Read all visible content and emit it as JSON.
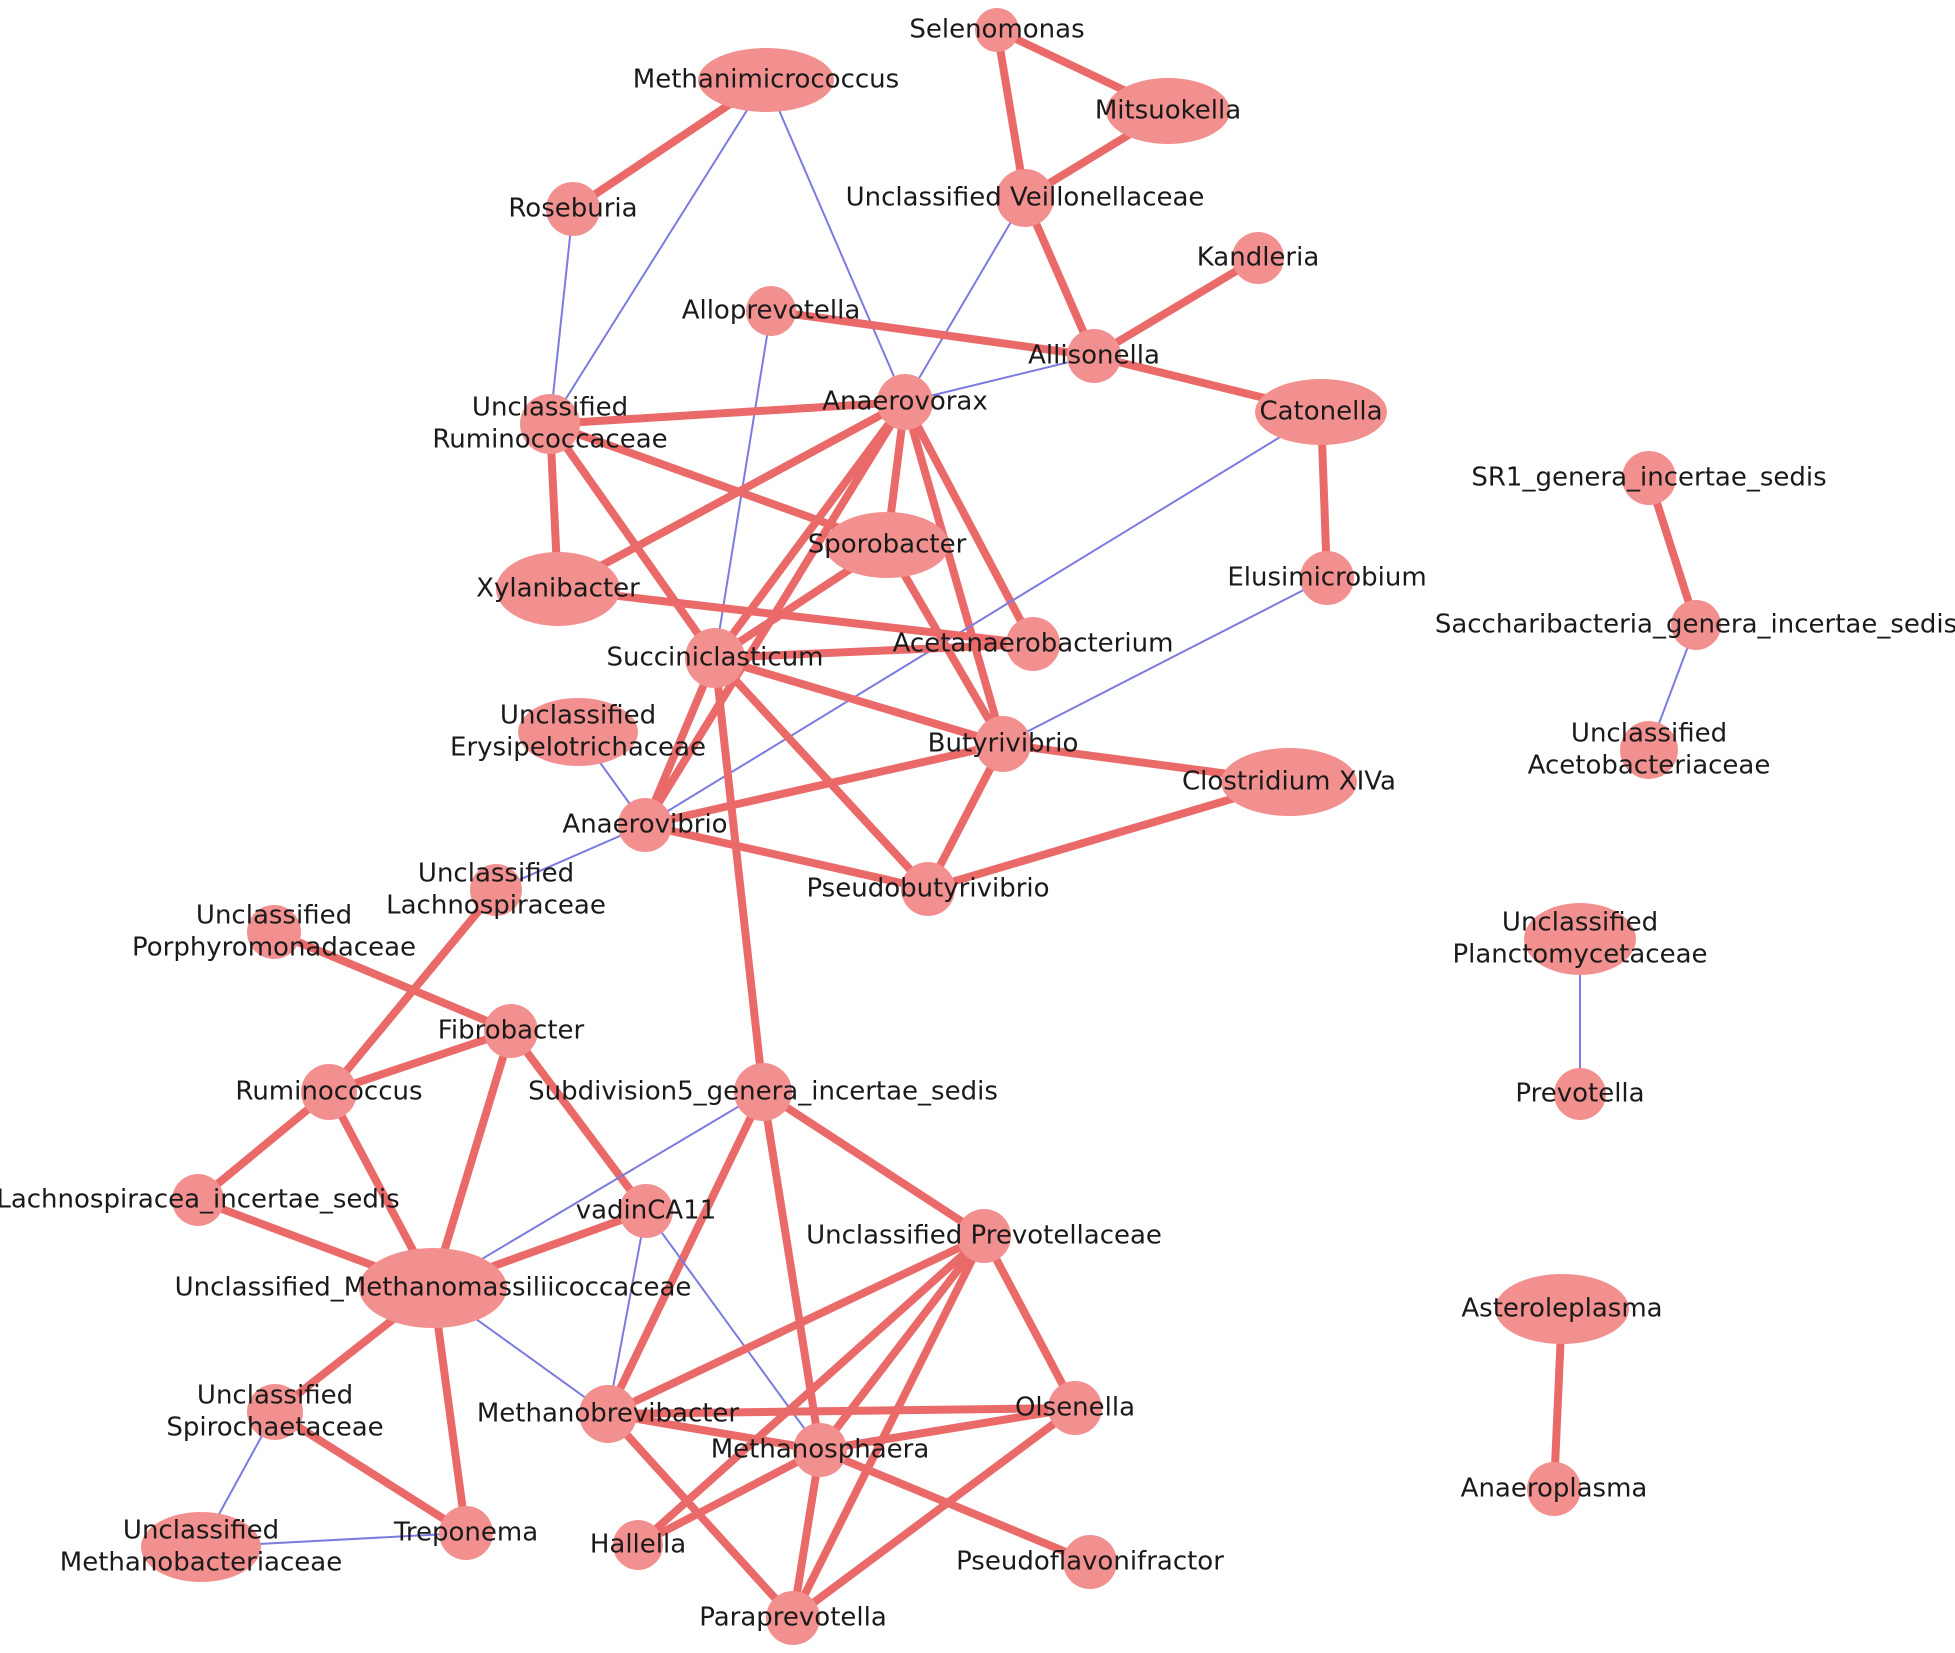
{
  "network": {
    "colors": {
      "positive_edge": "#ea6a6a",
      "negative_edge": "#7b7be0",
      "node": "#f29090",
      "text": "#1a1a1a"
    },
    "nodes": [
      {
        "id": "methanimicrococcus",
        "label": [
          "Methanimicrococcus"
        ],
        "shape": "ellipse"
      },
      {
        "id": "selenomonas",
        "label": [
          "Selenomonas"
        ],
        "shape": "circle"
      },
      {
        "id": "mitsuokella",
        "label": [
          "Mitsuokella"
        ],
        "shape": "ellipse"
      },
      {
        "id": "roseburia",
        "label": [
          "Roseburia"
        ],
        "shape": "circle"
      },
      {
        "id": "unc-veillonellaceae",
        "label": [
          "Unclassified Veillonellaceae"
        ],
        "shape": "circle"
      },
      {
        "id": "kandleria",
        "label": [
          "Kandleria"
        ],
        "shape": "circle"
      },
      {
        "id": "alloprevotella",
        "label": [
          "Alloprevotella"
        ],
        "shape": "circle"
      },
      {
        "id": "allisonella",
        "label": [
          "Allisonella"
        ],
        "shape": "circle"
      },
      {
        "id": "unc-ruminococcaceae",
        "label": [
          "Unclassified",
          "Ruminococcaceae"
        ],
        "shape": "circle"
      },
      {
        "id": "anaerovorax",
        "label": [
          "Anaerovorax"
        ],
        "shape": "circle"
      },
      {
        "id": "catonella",
        "label": [
          "Catonella"
        ],
        "shape": "ellipse"
      },
      {
        "id": "sr1",
        "label": [
          "SR1_genera_incertae_sedis"
        ],
        "shape": "circle"
      },
      {
        "id": "sporobacter",
        "label": [
          "Sporobacter"
        ],
        "shape": "ellipse"
      },
      {
        "id": "xylanibacter",
        "label": [
          "Xylanibacter"
        ],
        "shape": "ellipse"
      },
      {
        "id": "elusimicrobium",
        "label": [
          "Elusimicrobium"
        ],
        "shape": "circle"
      },
      {
        "id": "saccharibacteria",
        "label": [
          "Saccharibacteria_genera_incertae_sedis"
        ],
        "shape": "circle"
      },
      {
        "id": "succiniclasticum",
        "label": [
          "Succiniclasticum"
        ],
        "shape": "circle"
      },
      {
        "id": "acetanaerobacterium",
        "label": [
          "Acetanaerobacterium"
        ],
        "shape": "circle"
      },
      {
        "id": "unc-erysipelotrichaceae",
        "label": [
          "Unclassified",
          "Erysipelotrichaceae"
        ],
        "shape": "ellipse"
      },
      {
        "id": "butyrivibrio",
        "label": [
          "Butyrivibrio"
        ],
        "shape": "circle"
      },
      {
        "id": "unc-acetobacteriaceae",
        "label": [
          "Unclassified",
          "Acetobacteriaceae"
        ],
        "shape": "circle"
      },
      {
        "id": "clostridium-xiva",
        "label": [
          "Clostridium XIVa"
        ],
        "shape": "ellipse"
      },
      {
        "id": "anaerovibrio",
        "label": [
          "Anaerovibrio"
        ],
        "shape": "circle"
      },
      {
        "id": "unc-lachnospiraceae",
        "label": [
          "Unclassified",
          "Lachnospiraceae"
        ],
        "shape": "circle"
      },
      {
        "id": "pseudobutyrivibrio",
        "label": [
          "Pseudobutyrivibrio"
        ],
        "shape": "circle"
      },
      {
        "id": "unc-porphyromonadaceae",
        "label": [
          "Unclassified",
          "Porphyromonadaceae"
        ],
        "shape": "circle"
      },
      {
        "id": "unc-planctomycetaceae",
        "label": [
          "Unclassified",
          "Planctomycetaceae"
        ],
        "shape": "ellipse"
      },
      {
        "id": "fibrobacter",
        "label": [
          "Fibrobacter"
        ],
        "shape": "circle"
      },
      {
        "id": "ruminococcus",
        "label": [
          "Ruminococcus"
        ],
        "shape": "circle"
      },
      {
        "id": "subdivision5",
        "label": [
          "Subdivision5_genera_incertae_sedis"
        ],
        "shape": "circle"
      },
      {
        "id": "prevotella",
        "label": [
          "Prevotella"
        ],
        "shape": "circle"
      },
      {
        "id": "lachnospiracea-is",
        "label": [
          "Lachnospiracea_incertae_sedis"
        ],
        "shape": "circle"
      },
      {
        "id": "vadinca11",
        "label": [
          "vadinCA11"
        ],
        "shape": "circle"
      },
      {
        "id": "unc-prevotellaceae",
        "label": [
          "Unclassified Prevotellaceae"
        ],
        "shape": "circle"
      },
      {
        "id": "unc-methanomassiliicoccaceae",
        "label": [
          "Unclassified_Methanomassiliicoccaceae"
        ],
        "shape": "ellipse"
      },
      {
        "id": "asteroleplasma",
        "label": [
          "Asteroleplasma"
        ],
        "shape": "ellipse"
      },
      {
        "id": "unc-spirochaetaceae",
        "label": [
          "Unclassified",
          "Spirochaetaceae"
        ],
        "shape": "circle"
      },
      {
        "id": "methanobrevibacter",
        "label": [
          "Methanobrevibacter"
        ],
        "shape": "circle"
      },
      {
        "id": "olsenella",
        "label": [
          "Olsenella"
        ],
        "shape": "circle"
      },
      {
        "id": "methanosphaera",
        "label": [
          "Methanosphaera"
        ],
        "shape": "circle"
      },
      {
        "id": "anaeroplasma",
        "label": [
          "Anaeroplasma"
        ],
        "shape": "circle"
      },
      {
        "id": "unc-methanobacteriaceae",
        "label": [
          "Unclassified",
          "Methanobacteriaceae"
        ],
        "shape": "ellipse"
      },
      {
        "id": "treponema",
        "label": [
          "Treponema"
        ],
        "shape": "circle"
      },
      {
        "id": "hallella",
        "label": [
          "Hallella"
        ],
        "shape": "circle"
      },
      {
        "id": "pseudoflavonifractor",
        "label": [
          "Pseudoflavonifractor"
        ],
        "shape": "circle"
      },
      {
        "id": "paraprevotella",
        "label": [
          "Paraprevotella"
        ],
        "shape": "circle"
      }
    ],
    "edges": [
      {
        "source": "methanimicrococcus",
        "target": "roseburia",
        "sign": "positive"
      },
      {
        "source": "methanimicrococcus",
        "target": "unc-ruminococcaceae",
        "sign": "negative"
      },
      {
        "source": "methanimicrococcus",
        "target": "anaerovorax",
        "sign": "negative"
      },
      {
        "source": "selenomonas",
        "target": "mitsuokella",
        "sign": "positive"
      },
      {
        "source": "selenomonas",
        "target": "unc-veillonellaceae",
        "sign": "positive"
      },
      {
        "source": "mitsuokella",
        "target": "unc-veillonellaceae",
        "sign": "positive"
      },
      {
        "source": "unc-veillonellaceae",
        "target": "allisonella",
        "sign": "positive"
      },
      {
        "source": "unc-veillonellaceae",
        "target": "anaerovorax",
        "sign": "negative"
      },
      {
        "source": "kandleria",
        "target": "allisonella",
        "sign": "positive"
      },
      {
        "source": "roseburia",
        "target": "unc-ruminococcaceae",
        "sign": "negative"
      },
      {
        "source": "alloprevotella",
        "target": "allisonella",
        "sign": "positive"
      },
      {
        "source": "alloprevotella",
        "target": "succiniclasticum",
        "sign": "negative"
      },
      {
        "source": "allisonella",
        "target": "catonella",
        "sign": "positive"
      },
      {
        "source": "allisonella",
        "target": "anaerovorax",
        "sign": "negative"
      },
      {
        "source": "unc-ruminococcaceae",
        "target": "anaerovorax",
        "sign": "positive"
      },
      {
        "source": "unc-ruminococcaceae",
        "target": "xylanibacter",
        "sign": "positive"
      },
      {
        "source": "unc-ruminococcaceae",
        "target": "sporobacter",
        "sign": "positive"
      },
      {
        "source": "unc-ruminococcaceae",
        "target": "succiniclasticum",
        "sign": "positive"
      },
      {
        "source": "anaerovorax",
        "target": "xylanibacter",
        "sign": "positive"
      },
      {
        "source": "anaerovorax",
        "target": "succiniclasticum",
        "sign": "positive"
      },
      {
        "source": "anaerovorax",
        "target": "sporobacter",
        "sign": "positive"
      },
      {
        "source": "anaerovorax",
        "target": "acetanaerobacterium",
        "sign": "positive"
      },
      {
        "source": "anaerovorax",
        "target": "butyrivibrio",
        "sign": "positive"
      },
      {
        "source": "anaerovorax",
        "target": "anaerovibrio",
        "sign": "positive"
      },
      {
        "source": "catonella",
        "target": "elusimicrobium",
        "sign": "positive"
      },
      {
        "source": "catonella",
        "target": "anaerovibrio",
        "sign": "negative"
      },
      {
        "source": "sr1",
        "target": "saccharibacteria",
        "sign": "positive"
      },
      {
        "source": "saccharibacteria",
        "target": "unc-acetobacteriaceae",
        "sign": "negative"
      },
      {
        "source": "sporobacter",
        "target": "succiniclasticum",
        "sign": "positive"
      },
      {
        "source": "sporobacter",
        "target": "butyrivibrio",
        "sign": "positive"
      },
      {
        "source": "xylanibacter",
        "target": "acetanaerobacterium",
        "sign": "positive"
      },
      {
        "source": "elusimicrobium",
        "target": "butyrivibrio",
        "sign": "negative"
      },
      {
        "source": "succiniclasticum",
        "target": "acetanaerobacterium",
        "sign": "positive"
      },
      {
        "source": "succiniclasticum",
        "target": "butyrivibrio",
        "sign": "positive"
      },
      {
        "source": "succiniclasticum",
        "target": "anaerovibrio",
        "sign": "positive"
      },
      {
        "source": "succiniclasticum",
        "target": "pseudobutyrivibrio",
        "sign": "positive"
      },
      {
        "source": "succiniclasticum",
        "target": "subdivision5",
        "sign": "positive"
      },
      {
        "source": "unc-erysipelotrichaceae",
        "target": "anaerovibrio",
        "sign": "negative"
      },
      {
        "source": "butyrivibrio",
        "target": "clostridium-xiva",
        "sign": "positive"
      },
      {
        "source": "butyrivibrio",
        "target": "anaerovibrio",
        "sign": "positive"
      },
      {
        "source": "butyrivibrio",
        "target": "pseudobutyrivibrio",
        "sign": "positive"
      },
      {
        "source": "clostridium-xiva",
        "target": "pseudobutyrivibrio",
        "sign": "positive"
      },
      {
        "source": "anaerovibrio",
        "target": "pseudobutyrivibrio",
        "sign": "positive"
      },
      {
        "source": "anaerovibrio",
        "target": "unc-lachnospiraceae",
        "sign": "negative"
      },
      {
        "source": "unc-lachnospiraceae",
        "target": "ruminococcus",
        "sign": "positive"
      },
      {
        "source": "unc-porphyromonadaceae",
        "target": "fibrobacter",
        "sign": "positive"
      },
      {
        "source": "unc-planctomycetaceae",
        "target": "prevotella",
        "sign": "negative"
      },
      {
        "source": "fibrobacter",
        "target": "ruminococcus",
        "sign": "positive"
      },
      {
        "source": "fibrobacter",
        "target": "vadinca11",
        "sign": "positive"
      },
      {
        "source": "fibrobacter",
        "target": "unc-methanomassiliicoccaceae",
        "sign": "positive"
      },
      {
        "source": "ruminococcus",
        "target": "lachnospiracea-is",
        "sign": "positive"
      },
      {
        "source": "ruminococcus",
        "target": "unc-methanomassiliicoccaceae",
        "sign": "positive"
      },
      {
        "source": "subdivision5",
        "target": "unc-methanomassiliicoccaceae",
        "sign": "negative"
      },
      {
        "source": "subdivision5",
        "target": "unc-prevotellaceae",
        "sign": "positive"
      },
      {
        "source": "subdivision5",
        "target": "methanobrevibacter",
        "sign": "positive"
      },
      {
        "source": "subdivision5",
        "target": "methanosphaera",
        "sign": "positive"
      },
      {
        "source": "lachnospiracea-is",
        "target": "unc-methanomassiliicoccaceae",
        "sign": "positive"
      },
      {
        "source": "vadinca11",
        "target": "unc-methanomassiliicoccaceae",
        "sign": "positive"
      },
      {
        "source": "vadinca11",
        "target": "methanobrevibacter",
        "sign": "negative"
      },
      {
        "source": "vadinca11",
        "target": "methanosphaera",
        "sign": "negative"
      },
      {
        "source": "unc-prevotellaceae",
        "target": "methanobrevibacter",
        "sign": "positive"
      },
      {
        "source": "unc-prevotellaceae",
        "target": "methanosphaera",
        "sign": "positive"
      },
      {
        "source": "unc-prevotellaceae",
        "target": "olsenella",
        "sign": "positive"
      },
      {
        "source": "unc-prevotellaceae",
        "target": "hallella",
        "sign": "positive"
      },
      {
        "source": "unc-prevotellaceae",
        "target": "paraprevotella",
        "sign": "positive"
      },
      {
        "source": "unc-methanomassiliicoccaceae",
        "target": "unc-spirochaetaceae",
        "sign": "positive"
      },
      {
        "source": "unc-methanomassiliicoccaceae",
        "target": "treponema",
        "sign": "positive"
      },
      {
        "source": "unc-methanomassiliicoccaceae",
        "target": "methanobrevibacter",
        "sign": "negative"
      },
      {
        "source": "asteroleplasma",
        "target": "anaeroplasma",
        "sign": "positive"
      },
      {
        "source": "unc-spirochaetaceae",
        "target": "treponema",
        "sign": "positive"
      },
      {
        "source": "unc-spirochaetaceae",
        "target": "unc-methanobacteriaceae",
        "sign": "negative"
      },
      {
        "source": "methanobrevibacter",
        "target": "olsenella",
        "sign": "positive"
      },
      {
        "source": "methanobrevibacter",
        "target": "methanosphaera",
        "sign": "positive"
      },
      {
        "source": "methanobrevibacter",
        "target": "paraprevotella",
        "sign": "positive"
      },
      {
        "source": "olsenella",
        "target": "methanosphaera",
        "sign": "positive"
      },
      {
        "source": "olsenella",
        "target": "paraprevotella",
        "sign": "positive"
      },
      {
        "source": "methanosphaera",
        "target": "hallella",
        "sign": "positive"
      },
      {
        "source": "methanosphaera",
        "target": "paraprevotella",
        "sign": "positive"
      },
      {
        "source": "methanosphaera",
        "target": "pseudoflavonifractor",
        "sign": "positive"
      },
      {
        "source": "unc-methanobacteriaceae",
        "target": "treponema",
        "sign": "negative"
      }
    ]
  }
}
